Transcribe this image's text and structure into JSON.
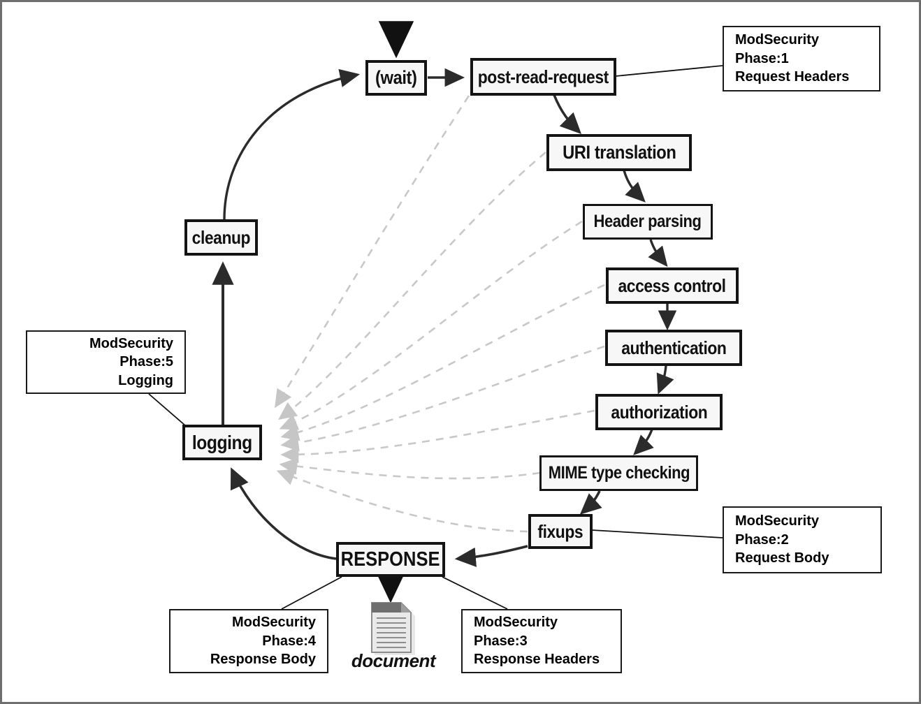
{
  "diagram": {
    "title": "Apache request processing phases with ModSecurity phases",
    "entry_arrow": "entry-arrow-into-wait",
    "colors": {
      "node_border": "#141414",
      "node_fill": "#f7f7f7",
      "callout_border": "#1a1a1a",
      "solid_arrow": "#2b2b2b",
      "dashed_arrow": "#c8c8c8",
      "canvas_border": "#6e6e6e",
      "document_icon": "#9a9a9a"
    },
    "nodes": [
      {
        "id": "wait",
        "label": "(wait)"
      },
      {
        "id": "post-read-request",
        "label": "post-read-request"
      },
      {
        "id": "uri-translation",
        "label": "URI translation"
      },
      {
        "id": "header-parsing",
        "label": "Header parsing"
      },
      {
        "id": "access-control",
        "label": "access control"
      },
      {
        "id": "authentication",
        "label": "authentication"
      },
      {
        "id": "authorization",
        "label": "authorization"
      },
      {
        "id": "mime-type-checking",
        "label": "MIME type checking"
      },
      {
        "id": "fixups",
        "label": "fixups"
      },
      {
        "id": "response",
        "label": "RESPONSE"
      },
      {
        "id": "logging",
        "label": "logging"
      },
      {
        "id": "cleanup",
        "label": "cleanup"
      }
    ],
    "document": {
      "icon": "document-icon",
      "label": "document"
    },
    "callouts": [
      {
        "id": "phase1",
        "line1": "ModSecurity Phase:1",
        "line2": "Request Headers",
        "target": "post-read-request"
      },
      {
        "id": "phase5",
        "line1": "ModSecurity Phase:5",
        "line2": "Logging",
        "target": "logging"
      },
      {
        "id": "phase2",
        "line1": "ModSecurity Phase:2",
        "line2": "Request Body",
        "target": "fixups"
      },
      {
        "id": "phase4",
        "line1": "ModSecurity Phase:4",
        "line2": "Response Body",
        "target": "response"
      },
      {
        "id": "phase3",
        "line1": "ModSecurity Phase:3",
        "line2": "Response Headers",
        "target": "response"
      }
    ],
    "solid_edges": [
      {
        "from": "entry",
        "to": "wait"
      },
      {
        "from": "cleanup",
        "to": "wait"
      },
      {
        "from": "wait",
        "to": "post-read-request"
      },
      {
        "from": "post-read-request",
        "to": "uri-translation"
      },
      {
        "from": "uri-translation",
        "to": "header-parsing"
      },
      {
        "from": "header-parsing",
        "to": "access-control"
      },
      {
        "from": "access-control",
        "to": "authentication"
      },
      {
        "from": "authentication",
        "to": "authorization"
      },
      {
        "from": "authorization",
        "to": "mime-type-checking"
      },
      {
        "from": "mime-type-checking",
        "to": "fixups"
      },
      {
        "from": "fixups",
        "to": "response"
      },
      {
        "from": "response",
        "to": "document"
      },
      {
        "from": "response",
        "to": "logging"
      },
      {
        "from": "logging",
        "to": "cleanup"
      }
    ],
    "dashed_edges_to_logging": [
      "post-read-request",
      "uri-translation",
      "header-parsing",
      "access-control",
      "authentication",
      "authorization",
      "mime-type-checking",
      "fixups"
    ]
  }
}
